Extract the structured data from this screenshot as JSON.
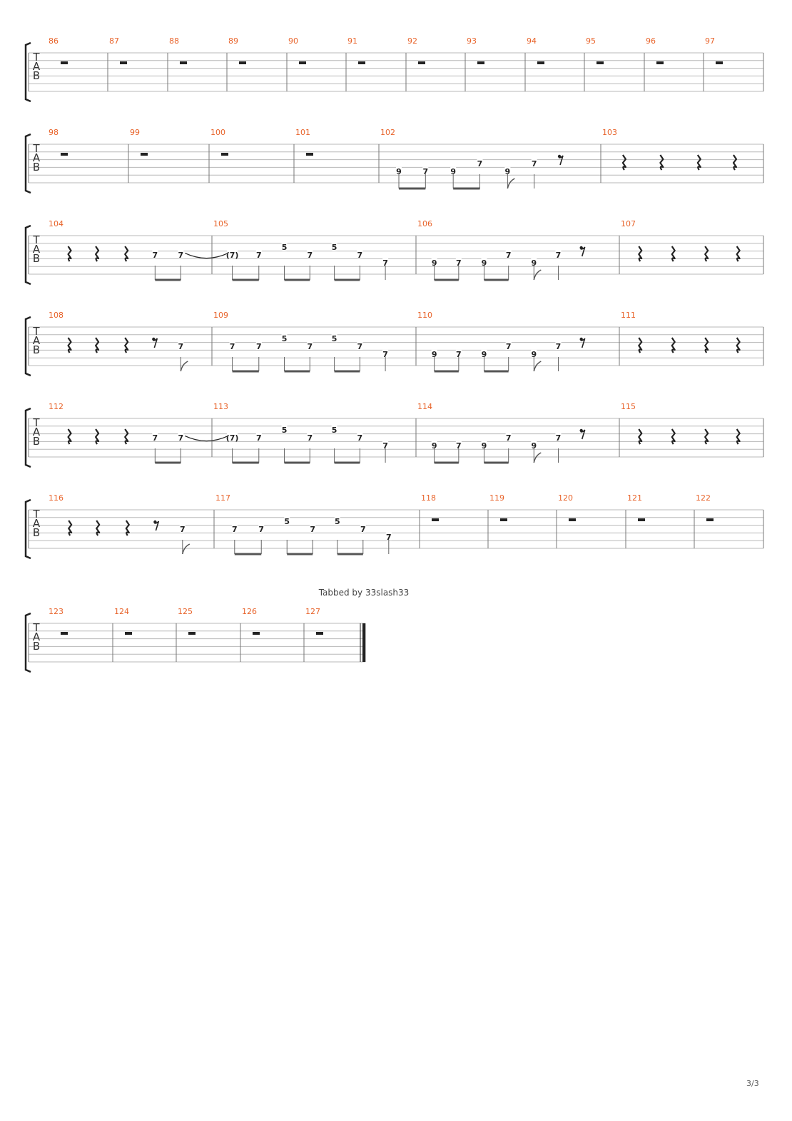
{
  "credit": "Tabbed by 33slash33",
  "page_number": "3/3",
  "tab_letters": [
    "T",
    "A",
    "B"
  ],
  "colors": {
    "measure_number": "#e8632a",
    "staff_line": "#b8b8b8",
    "barline": "#777777",
    "ink": "#222222"
  },
  "rows": [
    {
      "measures": [
        {
          "number": "86",
          "content": "whole-rest"
        },
        {
          "number": "87",
          "content": "whole-rest"
        },
        {
          "number": "88",
          "content": "whole-rest"
        },
        {
          "number": "89",
          "content": "whole-rest"
        },
        {
          "number": "90",
          "content": "whole-rest"
        },
        {
          "number": "91",
          "content": "whole-rest"
        },
        {
          "number": "92",
          "content": "whole-rest"
        },
        {
          "number": "93",
          "content": "whole-rest"
        },
        {
          "number": "94",
          "content": "whole-rest"
        },
        {
          "number": "95",
          "content": "whole-rest"
        },
        {
          "number": "96",
          "content": "whole-rest"
        },
        {
          "number": "97",
          "content": "whole-rest"
        }
      ]
    },
    {
      "measures": [
        {
          "number": "98",
          "content": "whole-rest"
        },
        {
          "number": "99",
          "content": "whole-rest"
        },
        {
          "number": "100",
          "content": "whole-rest"
        },
        {
          "number": "101",
          "content": "whole-rest"
        },
        {
          "number": "102",
          "content": "riff-a"
        },
        {
          "number": "103",
          "content": "quarter-rests"
        }
      ]
    },
    {
      "measures": [
        {
          "number": "104",
          "content": "pickup-tie"
        },
        {
          "number": "105",
          "content": "riff-b-tied"
        },
        {
          "number": "106",
          "content": "riff-a"
        },
        {
          "number": "107",
          "content": "quarter-rests"
        }
      ]
    },
    {
      "measures": [
        {
          "number": "108",
          "content": "pickup-eighth"
        },
        {
          "number": "109",
          "content": "riff-b"
        },
        {
          "number": "110",
          "content": "riff-a"
        },
        {
          "number": "111",
          "content": "quarter-rests"
        }
      ]
    },
    {
      "measures": [
        {
          "number": "112",
          "content": "pickup-tie"
        },
        {
          "number": "113",
          "content": "riff-b-tied"
        },
        {
          "number": "114",
          "content": "riff-a"
        },
        {
          "number": "115",
          "content": "quarter-rests"
        }
      ]
    },
    {
      "measures": [
        {
          "number": "116",
          "content": "pickup-eighth"
        },
        {
          "number": "117",
          "content": "riff-b"
        },
        {
          "number": "118",
          "content": "whole-rest"
        },
        {
          "number": "119",
          "content": "whole-rest"
        },
        {
          "number": "120",
          "content": "whole-rest"
        },
        {
          "number": "121",
          "content": "whole-rest"
        },
        {
          "number": "122",
          "content": "whole-rest"
        }
      ]
    },
    {
      "measures": [
        {
          "number": "123",
          "content": "whole-rest"
        },
        {
          "number": "124",
          "content": "whole-rest"
        },
        {
          "number": "125",
          "content": "whole-rest"
        },
        {
          "number": "126",
          "content": "whole-rest"
        },
        {
          "number": "127",
          "content": "whole-rest",
          "final": true
        }
      ]
    }
  ],
  "patterns": {
    "riff-a": {
      "frets": [
        "9",
        "7",
        "9",
        "7",
        "9",
        "7"
      ],
      "strings": [
        3,
        3,
        3,
        2,
        3,
        2
      ],
      "ends_with_eighth_rest": true
    },
    "riff-b": {
      "frets": [
        "7",
        "7",
        "5",
        "7",
        "5",
        "7",
        "7"
      ],
      "strings": [
        2,
        2,
        1,
        2,
        1,
        2,
        3
      ]
    },
    "riff-b-tied": {
      "frets": [
        "(7)",
        "7",
        "5",
        "7",
        "5",
        "7",
        "7"
      ],
      "strings": [
        2,
        2,
        1,
        2,
        1,
        2,
        3
      ]
    },
    "pickup-tie": {
      "rests": 3,
      "frets": [
        "7",
        "7"
      ],
      "strings": [
        2,
        2
      ]
    },
    "pickup-eighth": {
      "rests": 3,
      "eighth_rest": true,
      "frets": [
        "7"
      ],
      "strings": [
        2
      ]
    }
  }
}
